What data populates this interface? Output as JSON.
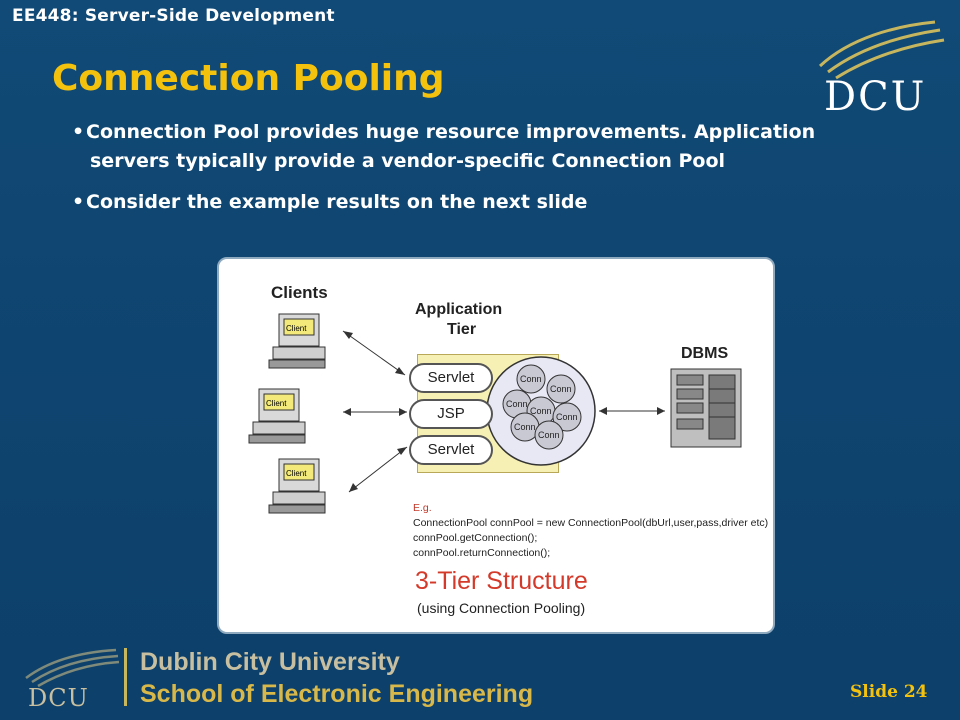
{
  "header": {
    "course": "EE448: Server-Side Development",
    "title": "Connection Pooling",
    "logo_text": "DCU"
  },
  "bullets": [
    {
      "line1": "Connection Pool provides huge resource improvements.  Application",
      "line2": "servers typically provide a vendor-specific Connection Pool"
    },
    {
      "line1": "Consider the example results on the next slide"
    }
  ],
  "figure": {
    "clients_label": "Clients",
    "client_box_label": "Client",
    "app_tier_line1": "Application",
    "app_tier_line2": "Tier",
    "components": [
      "Servlet",
      "JSP",
      "Servlet"
    ],
    "conn_label": "Conn",
    "dbms_label": "DBMS",
    "code_eg": "E.g.",
    "code_lines": [
      "ConnectionPool connPool = new ConnectionPool(dbUrl,user,pass,driver etc)",
      "connPool.getConnection();",
      "connPool.returnConnection();"
    ],
    "structure_title": "3-Tier Structure",
    "structure_sub": "(using Connection Pooling)"
  },
  "footer": {
    "logo_text": "DCU",
    "university": "Dublin City University",
    "school": "School of Electronic Engineering",
    "slide_number": "Slide 24"
  },
  "colors": {
    "background": "#0f4570",
    "title": "#f4c20d",
    "app_tier": "#f7f0b4",
    "structure_title": "#d33a2a"
  }
}
